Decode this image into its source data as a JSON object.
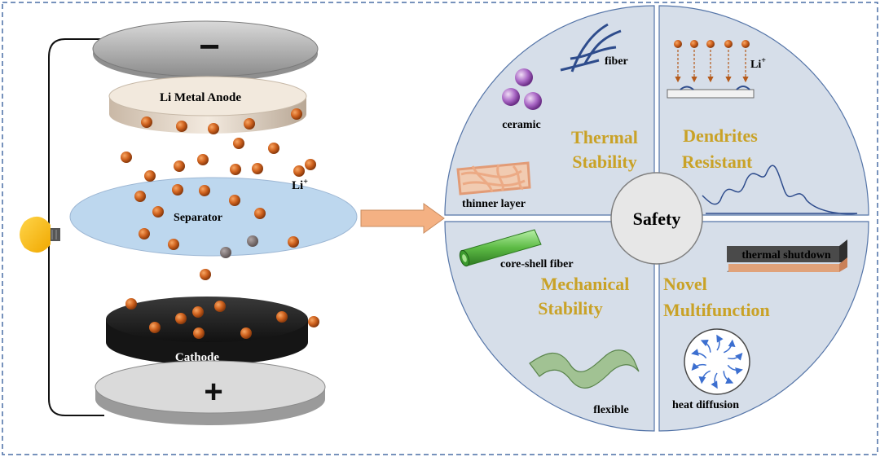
{
  "battery": {
    "negative_sign": "−",
    "anode_label": "Li Metal Anode",
    "separator_label": "Separator",
    "ion_label": "Li",
    "ion_superscript": "+",
    "cathode_label": "Cathode",
    "positive_sign": "+"
  },
  "center_label": "Safety",
  "quadrants": {
    "thermal": {
      "title_line1": "Thermal",
      "title_line2": "Stability",
      "fiber_label": "fiber",
      "ceramic_label": "ceramic",
      "thinner_label": "thinner layer"
    },
    "dendrites": {
      "title_line1": "Dendrites",
      "title_line2": "Resistant",
      "ion_label": "Li",
      "ion_superscript": "+"
    },
    "mechanical": {
      "title_line1": "Mechanical",
      "title_line2": "Stability",
      "coreshell_label": "core-shell fiber",
      "flexible_label": "flexible"
    },
    "novel": {
      "title_line1": "Novel",
      "title_line2": "Multifunction",
      "shutdown_label": "thermal shutdown",
      "heat_label": "heat diffusion"
    }
  },
  "colors": {
    "frame_dash": "#4A6FA5",
    "quadrant_fill": "#D6DEE9",
    "quadrant_stroke": "#5575A8",
    "title_gold": "#C9A227",
    "ion_orange": "#C8521A",
    "arrow_fill": "#F4B183",
    "separator_fill": "#BDD7EE"
  }
}
